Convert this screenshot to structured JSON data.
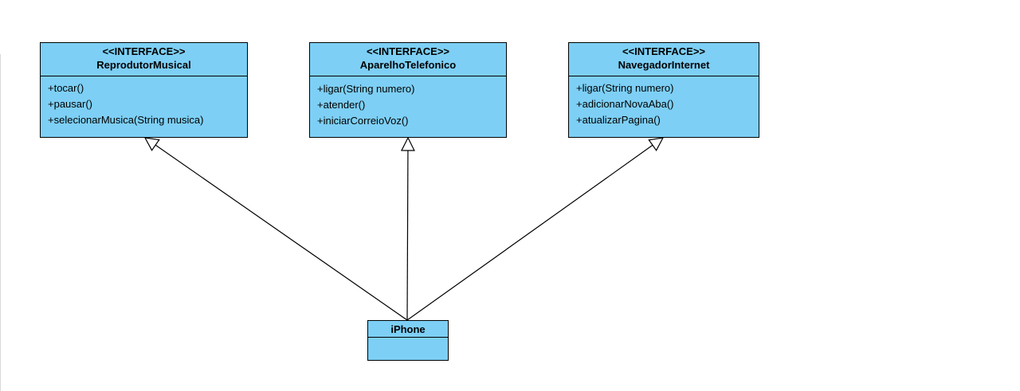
{
  "diagram": {
    "classes": [
      {
        "id": "reprodutor-musical",
        "stereotype": "<<INTERFACE>>",
        "name": "ReprodutorMusical",
        "members": [
          "+tocar()",
          "+pausar()",
          "+selecionarMusica(String musica)"
        ]
      },
      {
        "id": "aparelho-telefonico",
        "stereotype": "<<INTERFACE>>",
        "name": "AparelhoTelefonico",
        "members": [
          "+ligar(String numero)",
          "+atender()",
          "+iniciarCorreioVoz()"
        ]
      },
      {
        "id": "navegador-internet",
        "stereotype": "<<INTERFACE>>",
        "name": "NavegadorInternet",
        "members": [
          "+ligar(String numero)",
          "+adicionarNovaAba()",
          "+atualizarPagina()"
        ]
      },
      {
        "id": "iphone",
        "name": "iPhone",
        "members": []
      }
    ],
    "relations": [
      {
        "type": "realization",
        "from": "iphone",
        "to": "reprodutor-musical"
      },
      {
        "type": "realization",
        "from": "iphone",
        "to": "aparelho-telefonico"
      },
      {
        "type": "realization",
        "from": "iphone",
        "to": "navegador-internet"
      }
    ],
    "colors": {
      "class_fill": "#7dcff5",
      "border": "#000000",
      "line": "#000000",
      "arrowhead_fill": "#ffffff",
      "background": "#ffffff"
    }
  }
}
